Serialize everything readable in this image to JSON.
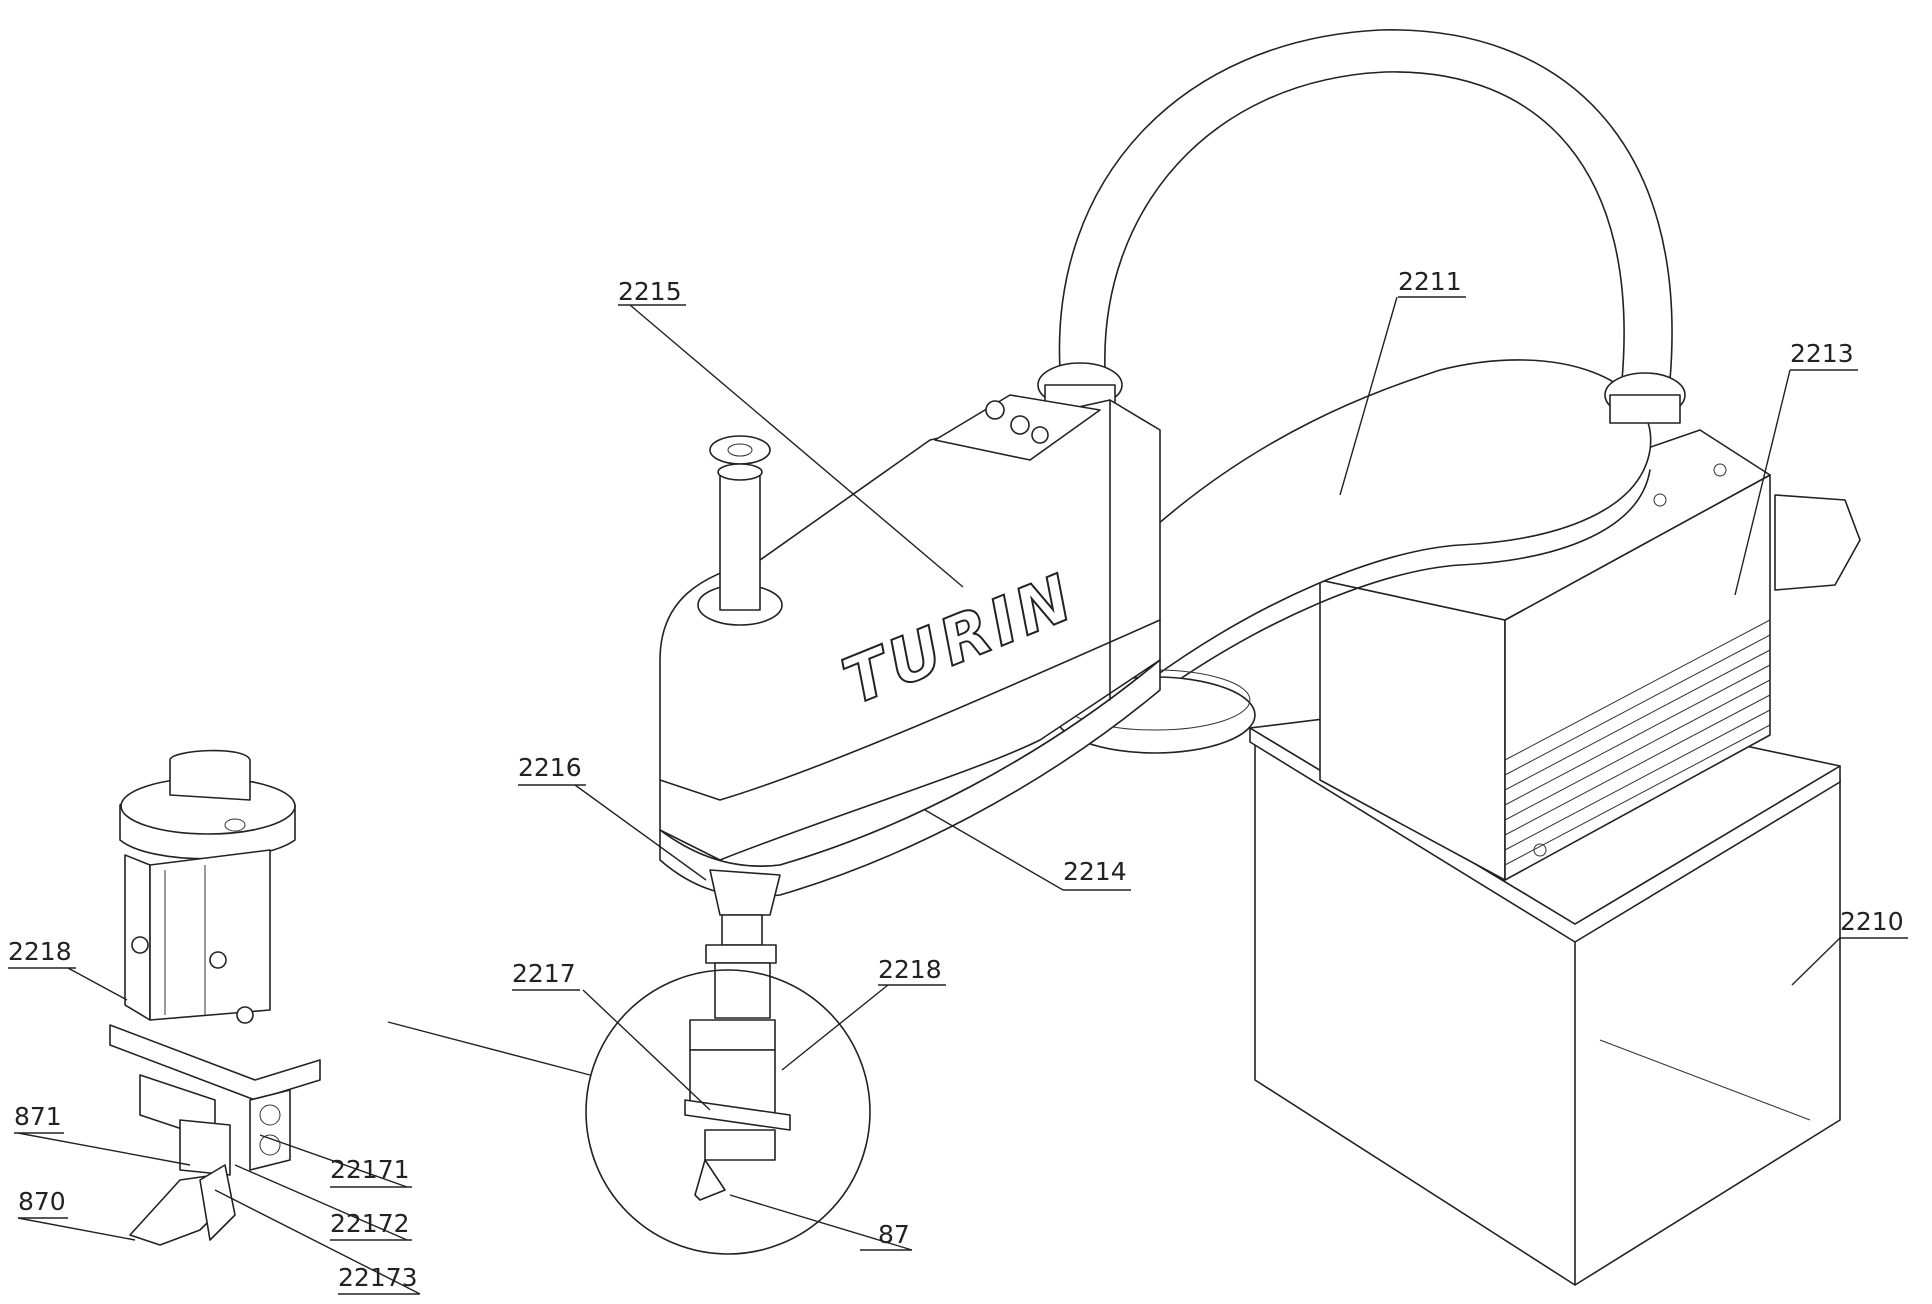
{
  "brand_text": "TURIN",
  "callouts": [
    {
      "id": "c2215",
      "text": "2215"
    },
    {
      "id": "c2211",
      "text": "2211"
    },
    {
      "id": "c2213",
      "text": "2213"
    },
    {
      "id": "c2216",
      "text": "2216"
    },
    {
      "id": "c2214",
      "text": "2214"
    },
    {
      "id": "c2210",
      "text": "2210"
    },
    {
      "id": "c2217",
      "text": "2217"
    },
    {
      "id": "c2218a",
      "text": "2218"
    },
    {
      "id": "c2218b",
      "text": "2218"
    },
    {
      "id": "c87",
      "text": "87"
    },
    {
      "id": "c871",
      "text": "871"
    },
    {
      "id": "c870",
      "text": "870"
    },
    {
      "id": "c22171",
      "text": "22171"
    },
    {
      "id": "c22172",
      "text": "22172"
    },
    {
      "id": "c22173",
      "text": "22173"
    }
  ]
}
